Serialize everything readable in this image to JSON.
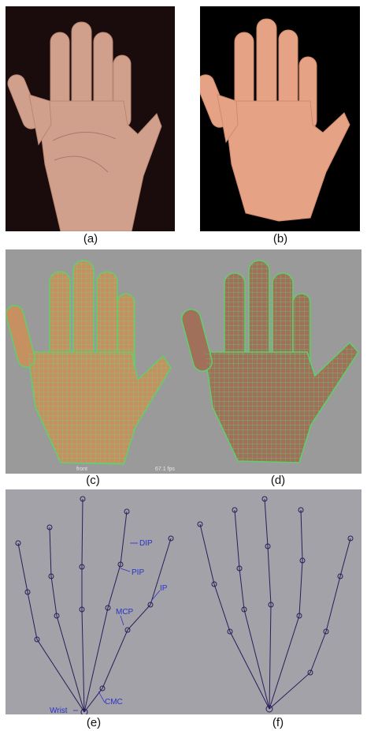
{
  "captions": {
    "a": "(a)",
    "b": "(b)",
    "c": "(c)",
    "d": "(d)",
    "e": "(e)",
    "f": "(f)"
  },
  "viewport": {
    "camera": "front",
    "fps": "67.1 fps"
  },
  "joint_labels": {
    "dip": "DIP",
    "pip": "PIP",
    "mcp": "MCP",
    "ip": "IP",
    "cmc": "CMC",
    "wrist": "Wrist"
  },
  "colors": {
    "photo_bg": "#1a0c0c",
    "photo_bg_b": "#000000",
    "viewport_bg": "#9a9a9a",
    "skeleton_bg": "#a2a2a8",
    "skin": "#d4a18a",
    "skin_b": "#e8a184",
    "mesh_fill": "#c69060",
    "mesh_line": "#5ed06a",
    "bone": "#2a1c5a",
    "label": "#2b33c8"
  }
}
